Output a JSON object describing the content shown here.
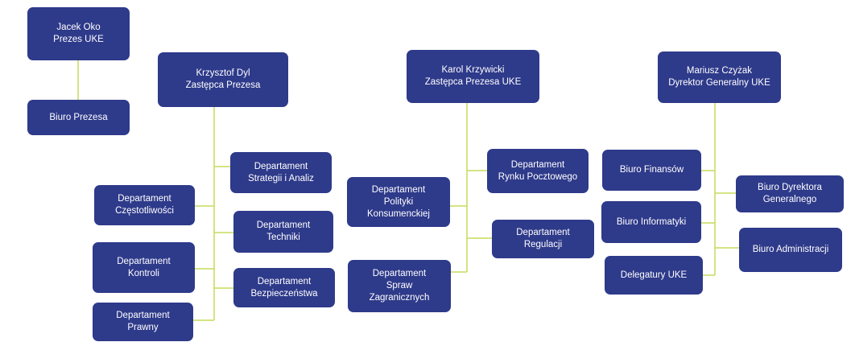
{
  "president": "Jacek Oko\nPrezes UKE",
  "biuro_prezesa": "Biuro Prezesa",
  "dyl": "Krzysztof Dyl\nZastępca Prezesa",
  "krzywicki": "Karol Krzywicki\nZastępca Prezesa UKE",
  "czyzak": "Mariusz Czyżak\nDyrektor Generalny UKE",
  "dep_strategii": "Departament\nStrategii i Analiz",
  "dep_czestotliwosci": "Departament\nCzęstotliwości",
  "dep_techniki": "Departament\nTechniki",
  "dep_kontroli": "Departament\nKontroli",
  "dep_bezpieczenstwa": "Departament\nBezpieczeństwa",
  "dep_prawny": "Departament\nPrawny",
  "dep_rynku_pocztowego": "Departament\nRynku Pocztowego",
  "dep_polityki": "Departament\nPolityki\nKonsumenckiej",
  "dep_regulacji": "Departament\nRegulacji",
  "dep_spraw_zagranicznych": "Departament\nSpraw\nZagranicznych",
  "biuro_finansow": "Biuro Finansów",
  "biuro_dyrektora": "Biuro Dyrektora\nGeneralnego",
  "biuro_informatyki": "Biuro Informatyki",
  "biuro_administracji": "Biuro Administracji",
  "delegatury": "Delegatury UKE",
  "colors": {
    "box": "#2e3a8a",
    "connector": "#c6dc5a",
    "text": "#ffffff"
  }
}
